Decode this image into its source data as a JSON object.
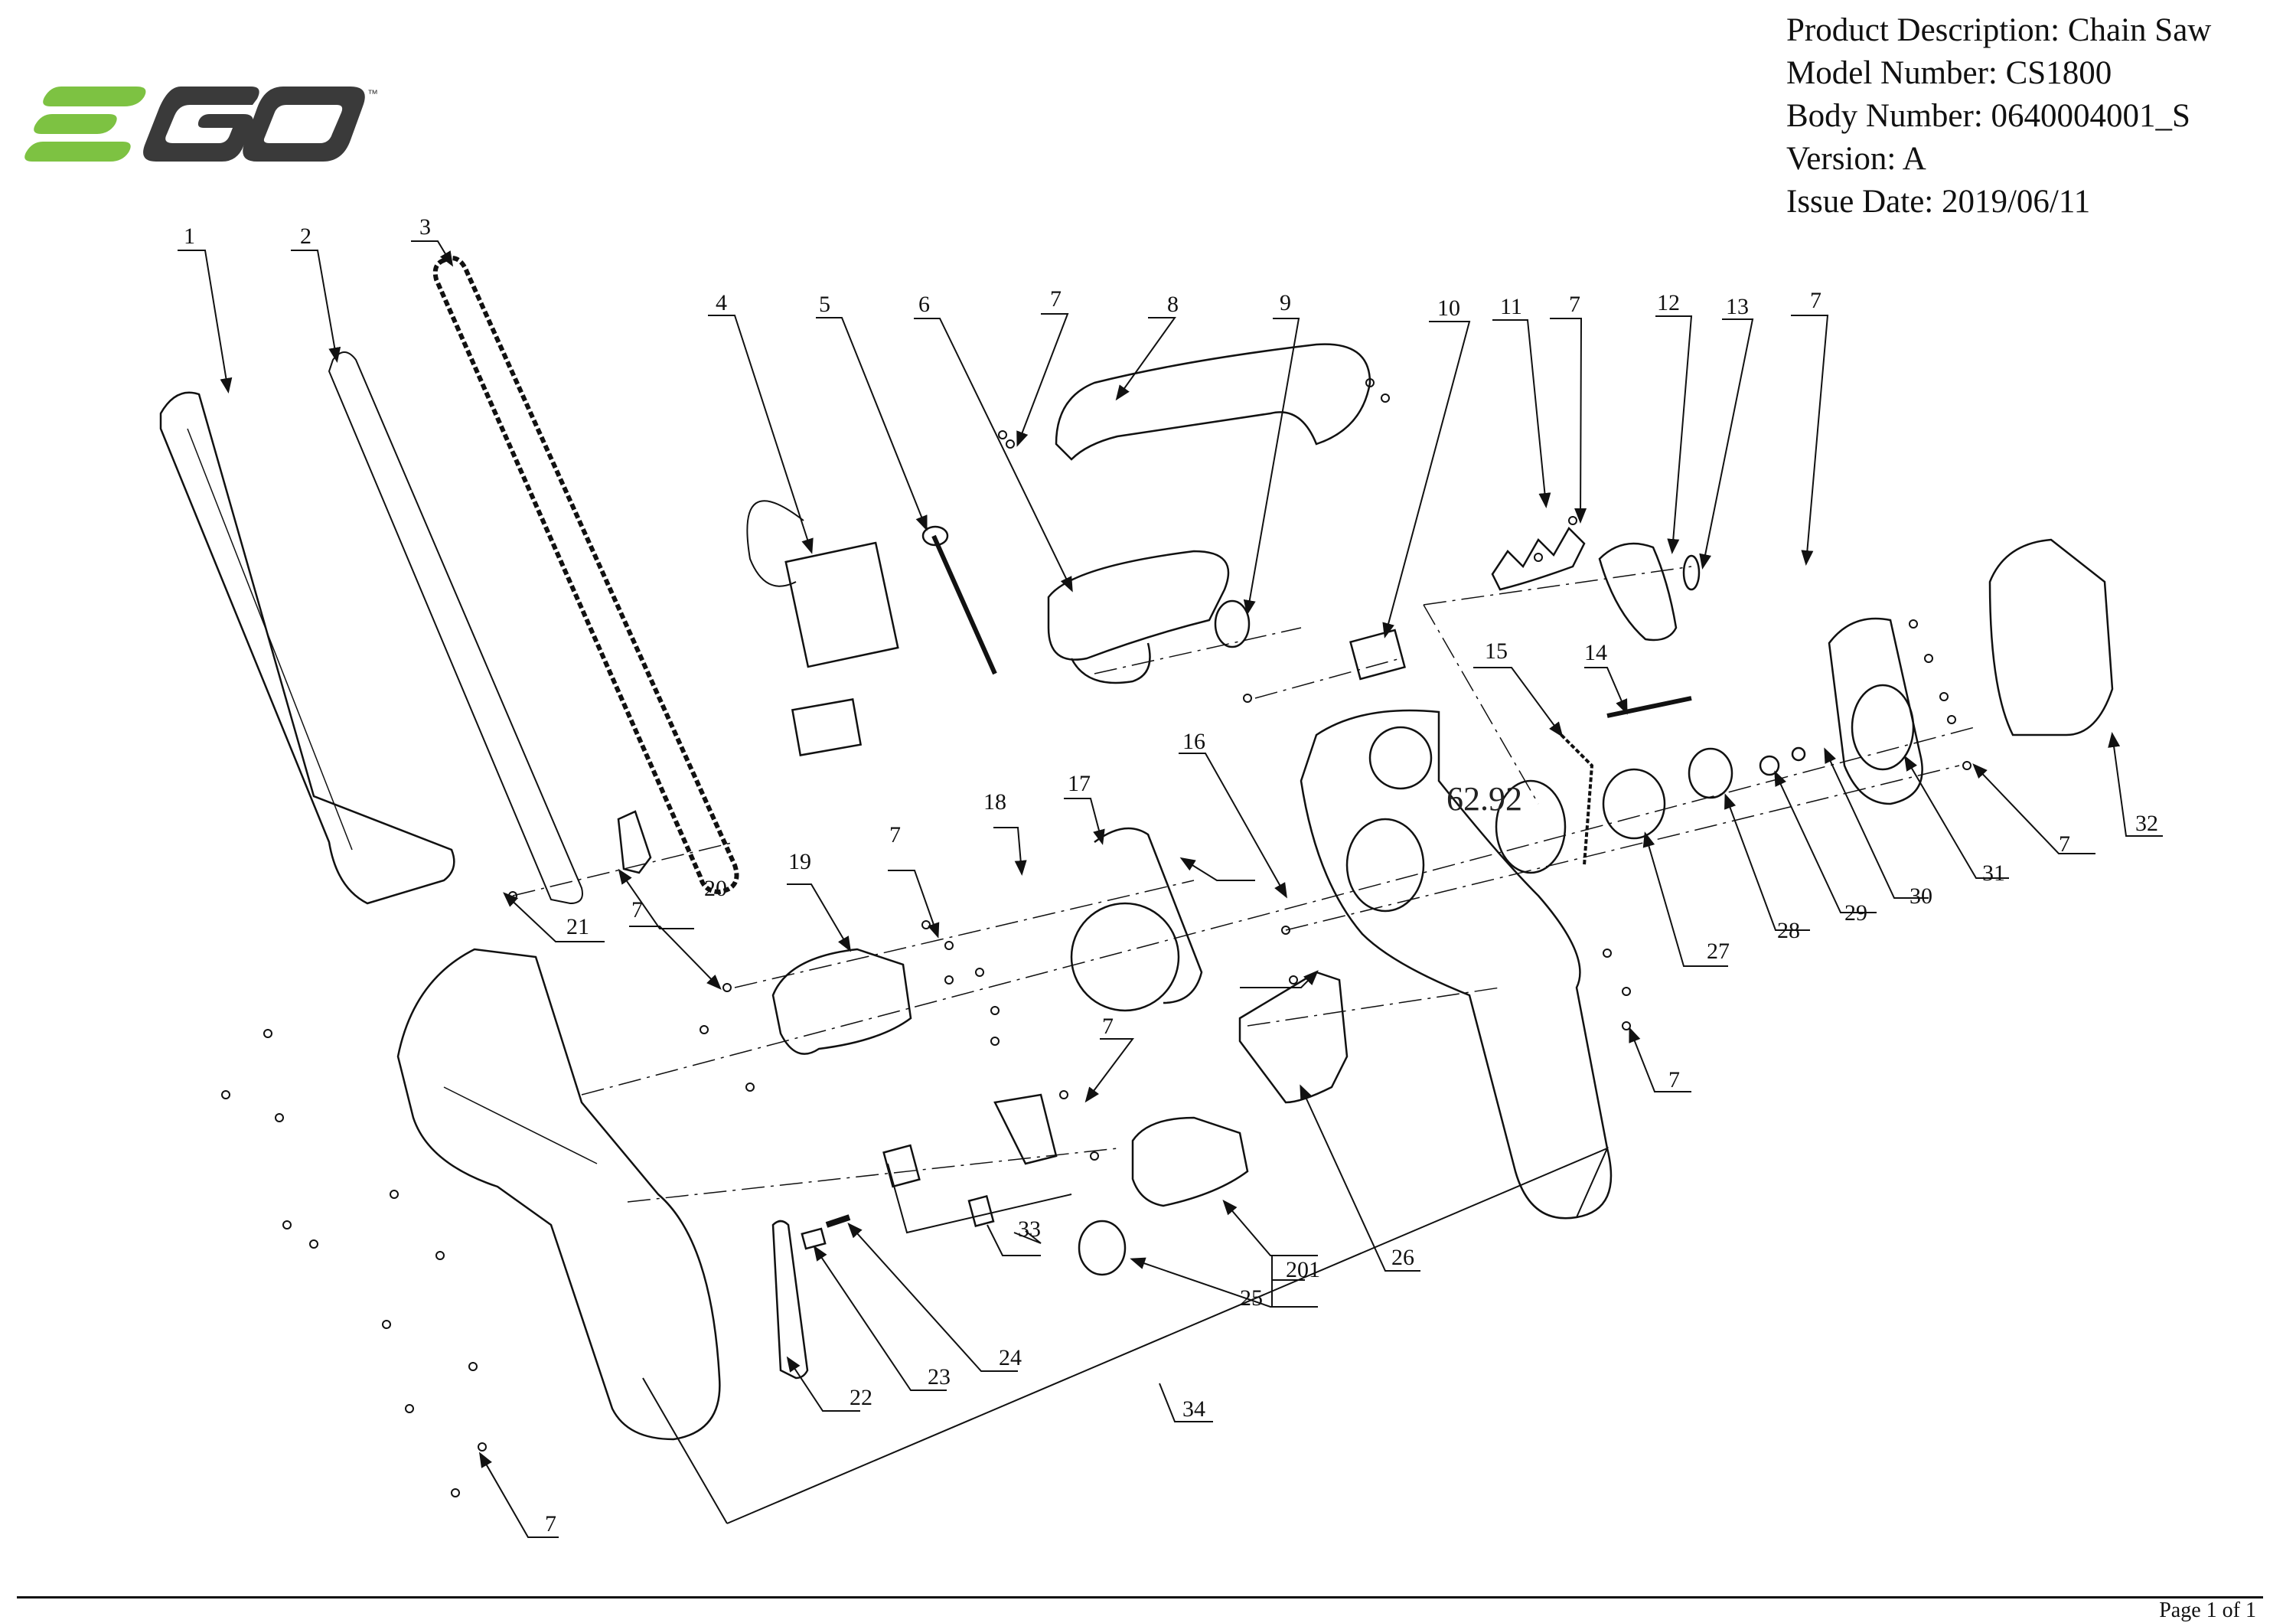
{
  "brand": {
    "name": "EGO",
    "trademark": "™",
    "colors": {
      "green": "#7dc242",
      "dark": "#3a3a3a"
    }
  },
  "header": {
    "product_description": "Product Description: Chain Saw",
    "model_number": "Model Number: CS1800",
    "body_number": "Body Number: 0640004001_S",
    "version": "Version: A",
    "issue_date": "Issue Date: 2019/06/11"
  },
  "diagram": {
    "title": "Exploded parts diagram",
    "callouts": [
      "1",
      "2",
      "3",
      "4",
      "5",
      "6",
      "7",
      "8",
      "9",
      "10",
      "11",
      "7",
      "12",
      "13",
      "7",
      "15",
      "14",
      "16",
      "17",
      "18",
      "7",
      "19",
      "20",
      "21",
      "7",
      "7",
      "27",
      "28",
      "29",
      "30",
      "31",
      "7",
      "32",
      "7",
      "26",
      "33",
      "201",
      "25",
      "22",
      "23",
      "24",
      "34",
      "7"
    ],
    "stray_annotation": "62.92"
  },
  "footer": {
    "page": "Page 1 of 1"
  }
}
